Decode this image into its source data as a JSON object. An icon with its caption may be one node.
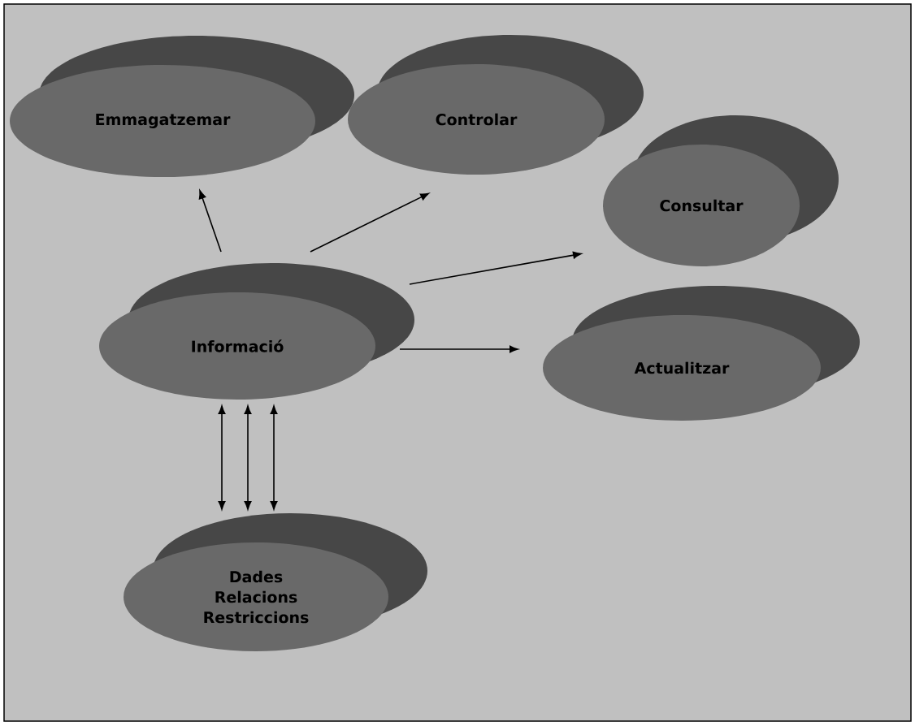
{
  "diagram": {
    "nodes": [
      {
        "text": [
          "Emmagatzemar"
        ]
      },
      {
        "text": [
          "Controlar"
        ]
      },
      {
        "text": [
          "Consultar"
        ]
      },
      {
        "text": [
          "Informació"
        ]
      },
      {
        "text": [
          "Actualitzar"
        ]
      },
      {
        "text": [
          "Dades Relacions Restriccions"
        ]
      }
    ],
    "edges": [
      {
        "from": 3,
        "to": 0,
        "arrow": "to"
      },
      {
        "from": 3,
        "to": 1,
        "arrow": "to"
      },
      {
        "from": 3,
        "to": 2,
        "arrow": "to"
      },
      {
        "from": 3,
        "to": 4,
        "arrow": "to"
      },
      {
        "from": 3,
        "to": 5,
        "arrow": "both"
      },
      {
        "from": 3,
        "to": 5,
        "arrow": "both"
      },
      {
        "from": 3,
        "to": 5,
        "arrow": "both"
      }
    ]
  }
}
